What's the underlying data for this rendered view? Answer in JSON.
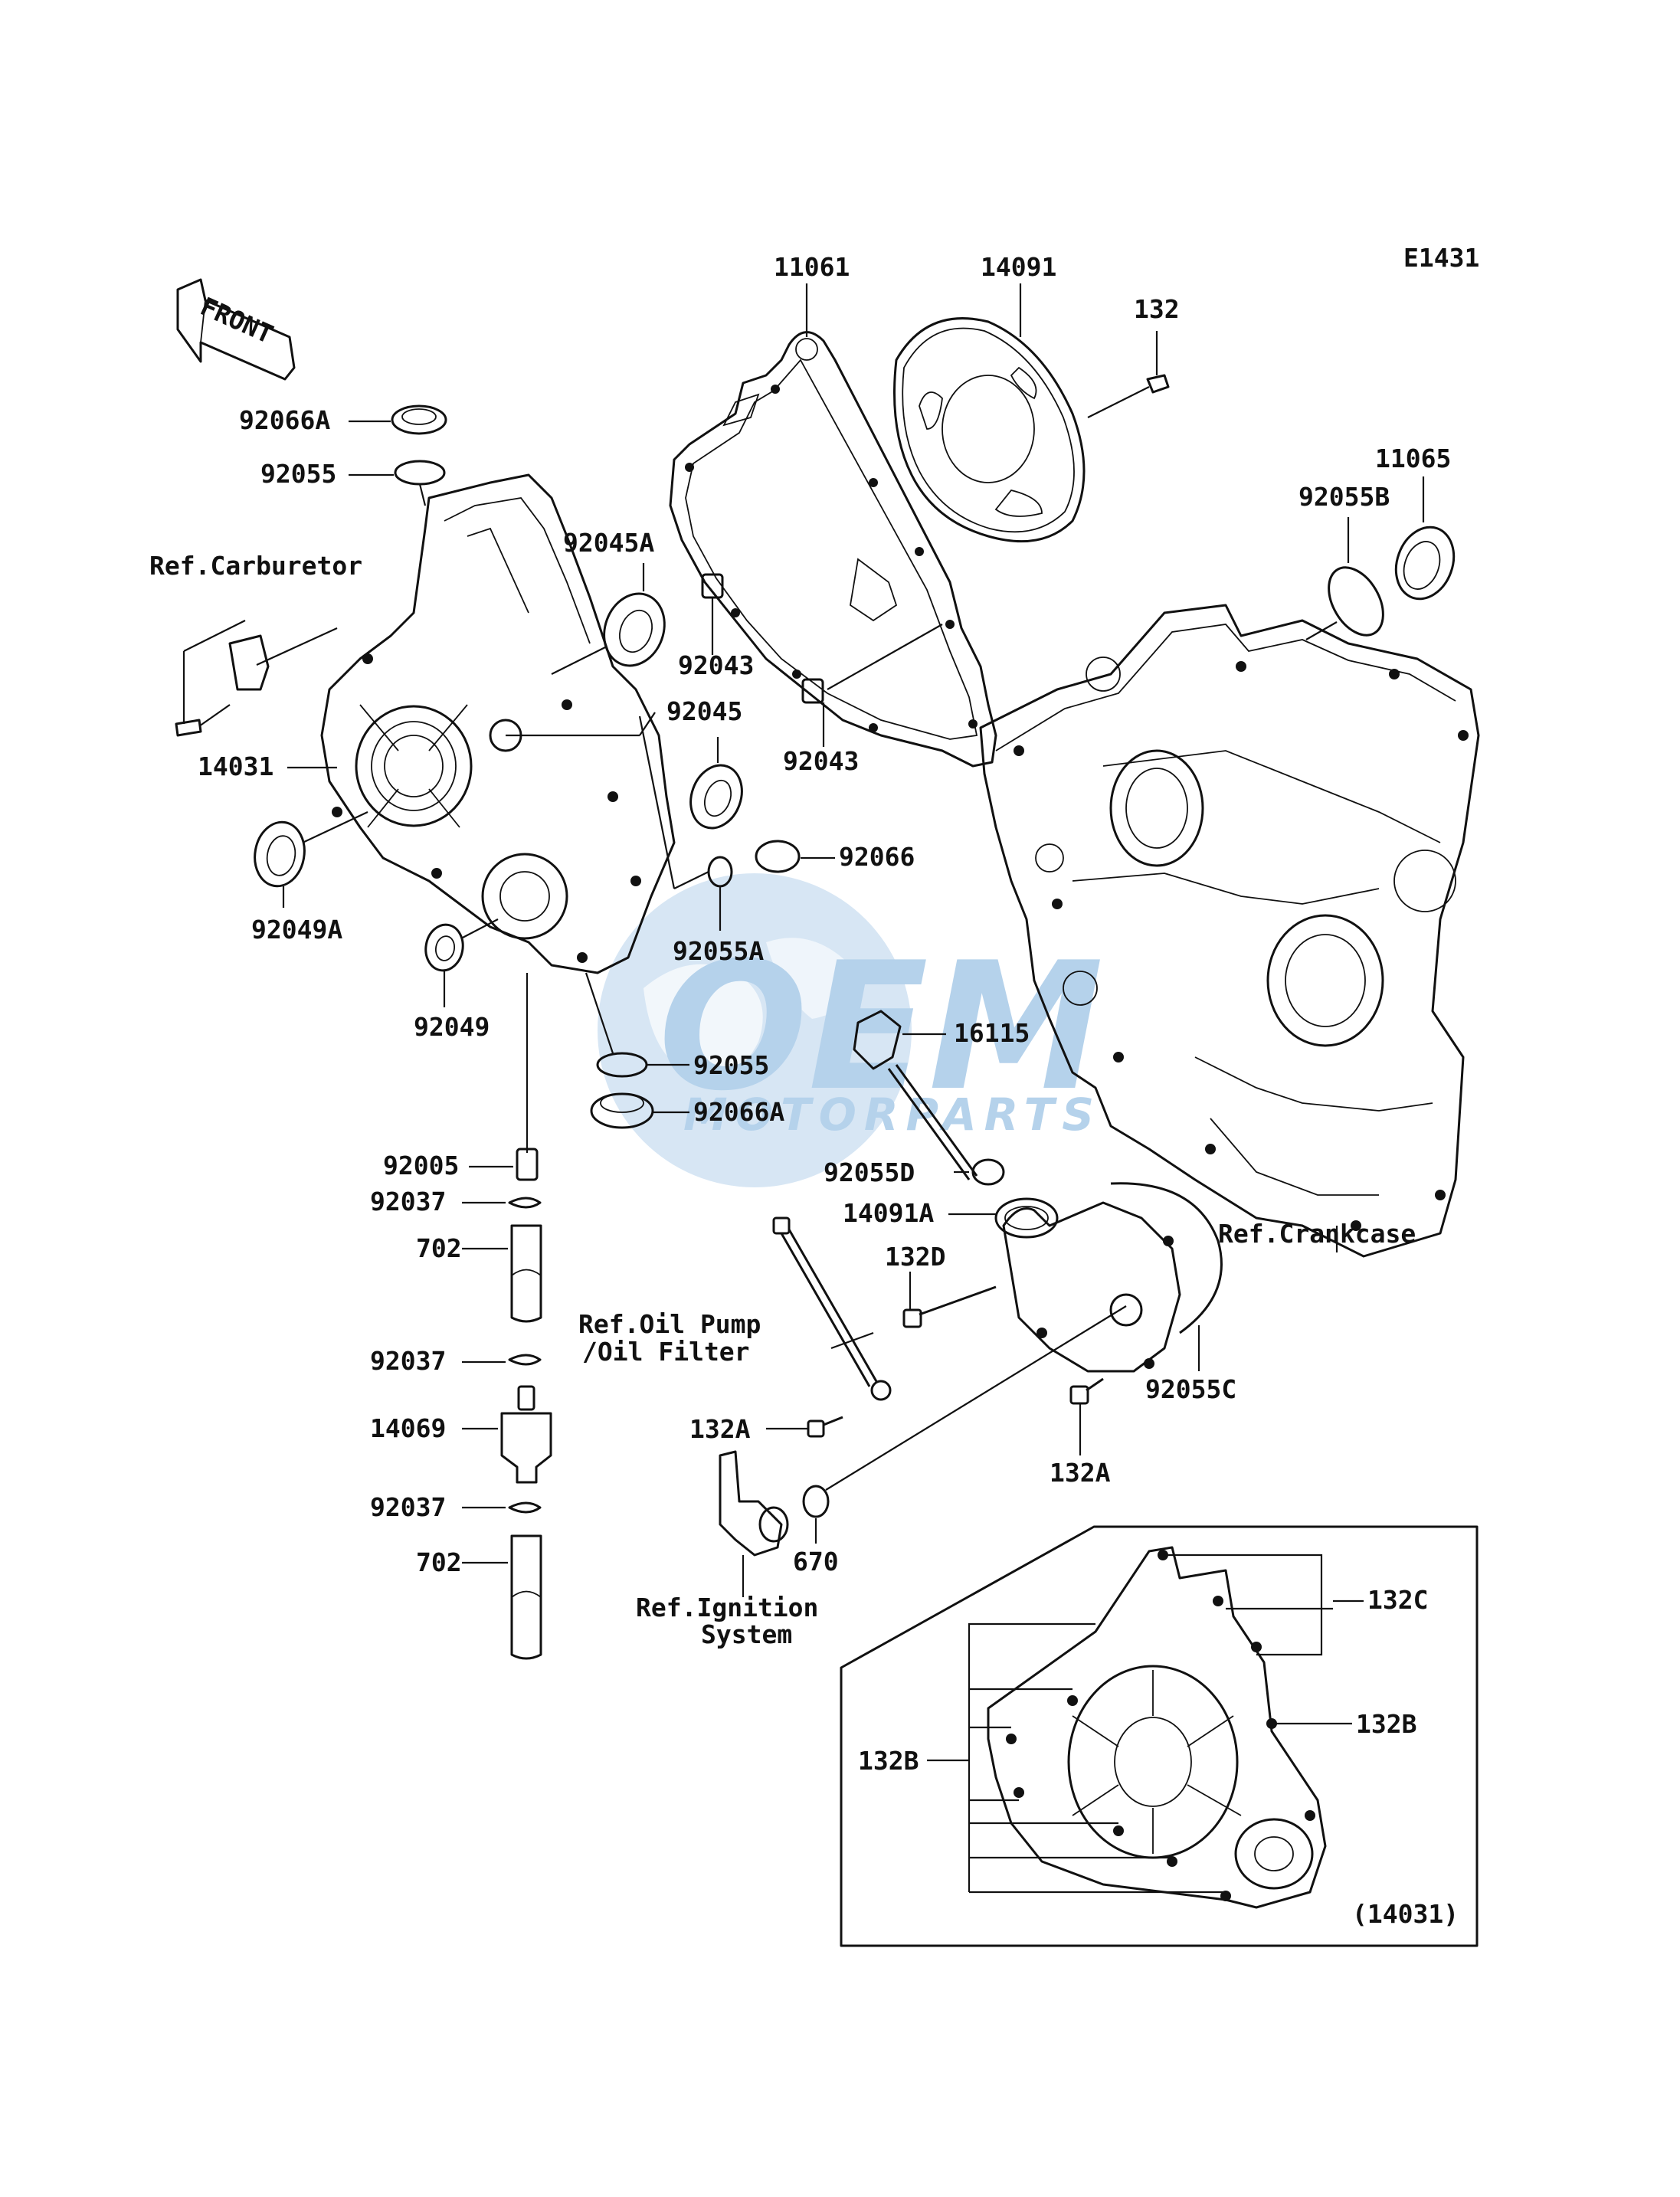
{
  "diagram": {
    "code": "E1431",
    "front_label": "FRONT",
    "watermark": {
      "primary": "OEM",
      "secondary": "MOTORPARTS",
      "color": "#2f80c8"
    },
    "inset_caption": "(14031)",
    "labels": {
      "p11061": "11061",
      "p14091": "14091",
      "p132": "132",
      "p11065": "11065",
      "p92055B": "92055B",
      "p92066A_top": "92066A",
      "p92055_top": "92055",
      "ref_carburetor": "Ref.Carburetor",
      "p92045A": "92045A",
      "p92043_a": "92043",
      "p92045": "92045",
      "p92043_b": "92043",
      "p14031": "14031",
      "p92066": "92066",
      "p92049A": "92049A",
      "p92055A": "92055A",
      "p92049": "92049",
      "p16115": "16115",
      "p92055_mid": "92055",
      "p92066A_mid": "92066A",
      "p92005": "92005",
      "p92055D": "92055D",
      "p14091A": "14091A",
      "ref_crankcase": "Ref.Crankcase",
      "p92037_a": "92037",
      "p132D": "132D",
      "p702_a": "702",
      "ref_oil_pump_1": "Ref.Oil Pump",
      "ref_oil_pump_2": "/Oil Filter",
      "p92037_b": "92037",
      "p92055C": "92055C",
      "p14069": "14069",
      "p132A_a": "132A",
      "p132A_b": "132A",
      "p92037_c": "92037",
      "p670": "670",
      "p702_b": "702",
      "ref_ignition_1": "Ref.Ignition",
      "ref_ignition_2": "System",
      "p132C": "132C",
      "p132B_right": "132B",
      "p132B_left": "132B"
    }
  }
}
